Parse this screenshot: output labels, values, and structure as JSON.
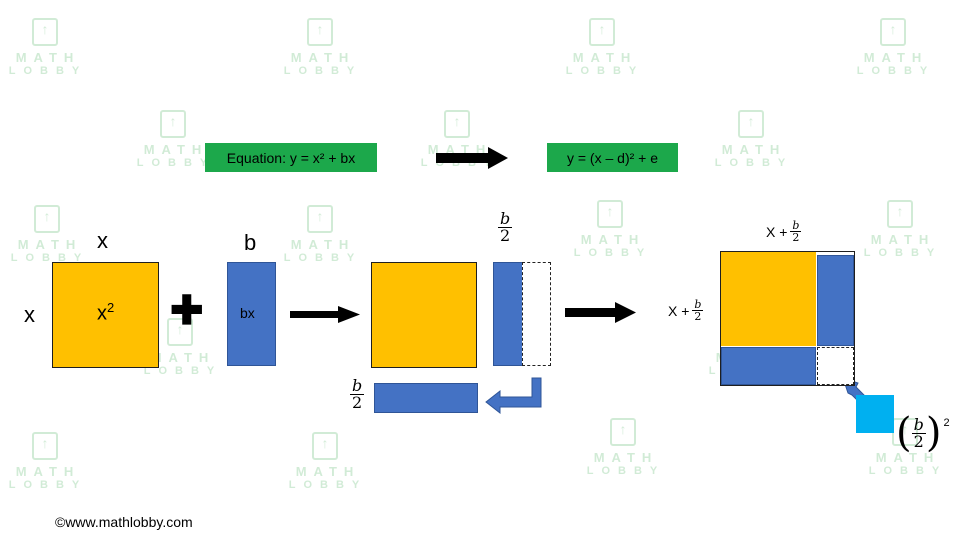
{
  "watermark": {
    "line1": "MATH",
    "line2": "LOBBY"
  },
  "equation_box": {
    "label": "Equation: y = x² + bx",
    "color": "#1ca84b"
  },
  "result_box": {
    "label": "y = (x – d)² + e",
    "color": "#1ca84b"
  },
  "square": {
    "side_top": "x",
    "side_left": "x",
    "area": "x",
    "area_sup": "2",
    "color": "#ffc000"
  },
  "plus": "✚",
  "rect": {
    "side_top": "b",
    "area": "bx",
    "color": "#4472c4"
  },
  "half": {
    "num": "b",
    "den": "2"
  },
  "final": {
    "top_label": "X +",
    "side_label": "X +"
  },
  "small_square": {
    "exp": "2",
    "color": "#00b0f0"
  },
  "copyright": "©www.mathlobby.com"
}
